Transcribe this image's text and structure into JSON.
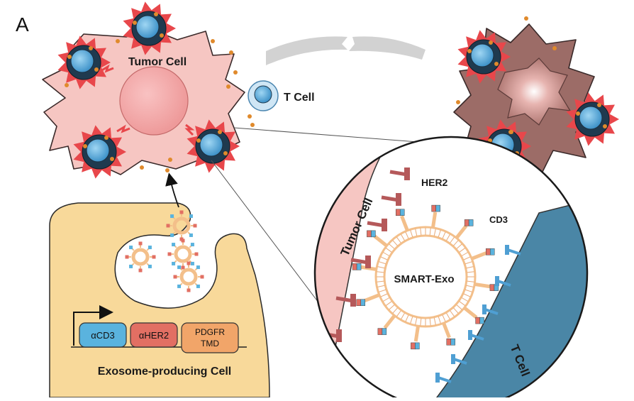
{
  "panel_label": "A",
  "labels": {
    "tumor_cell": "Tumor Cell",
    "t_cell": "T Cell",
    "her2": "HER2",
    "cd3": "CD3",
    "smart_exo": "SMART-Exo",
    "zoom_tumor_cell": "Tumor Cell",
    "zoom_t_cell": "T Cell",
    "exosome_producing_cell": "Exosome-producing Cell"
  },
  "construct": {
    "domain1": "αCD3",
    "domain2": "αHER2",
    "domain3_line1": "PDGFR",
    "domain3_line2": "TMD"
  },
  "colors": {
    "tumor_fill": "#f6c6c2",
    "nucleus": "#f3a3a3",
    "dead_tumor": "#9c6c67",
    "producer_cell": "#f8d99a",
    "tcell_blue": "#5aa7d6",
    "tcell_dark": "#1f3a4f",
    "burst_red": "#e8474b",
    "exosome_membrane": "#f3bf8a",
    "her2_receptor": "#b5595a",
    "cd3_receptor": "#4f9fd3",
    "zoom_tcell_band": "#4a86a6",
    "arrow_gray": "#d2d2d2",
    "dot_orange": "#e08a2c",
    "domain1_fill": "#5ab3de",
    "domain2_fill": "#e26f63",
    "domain3_fill": "#f1a569"
  }
}
